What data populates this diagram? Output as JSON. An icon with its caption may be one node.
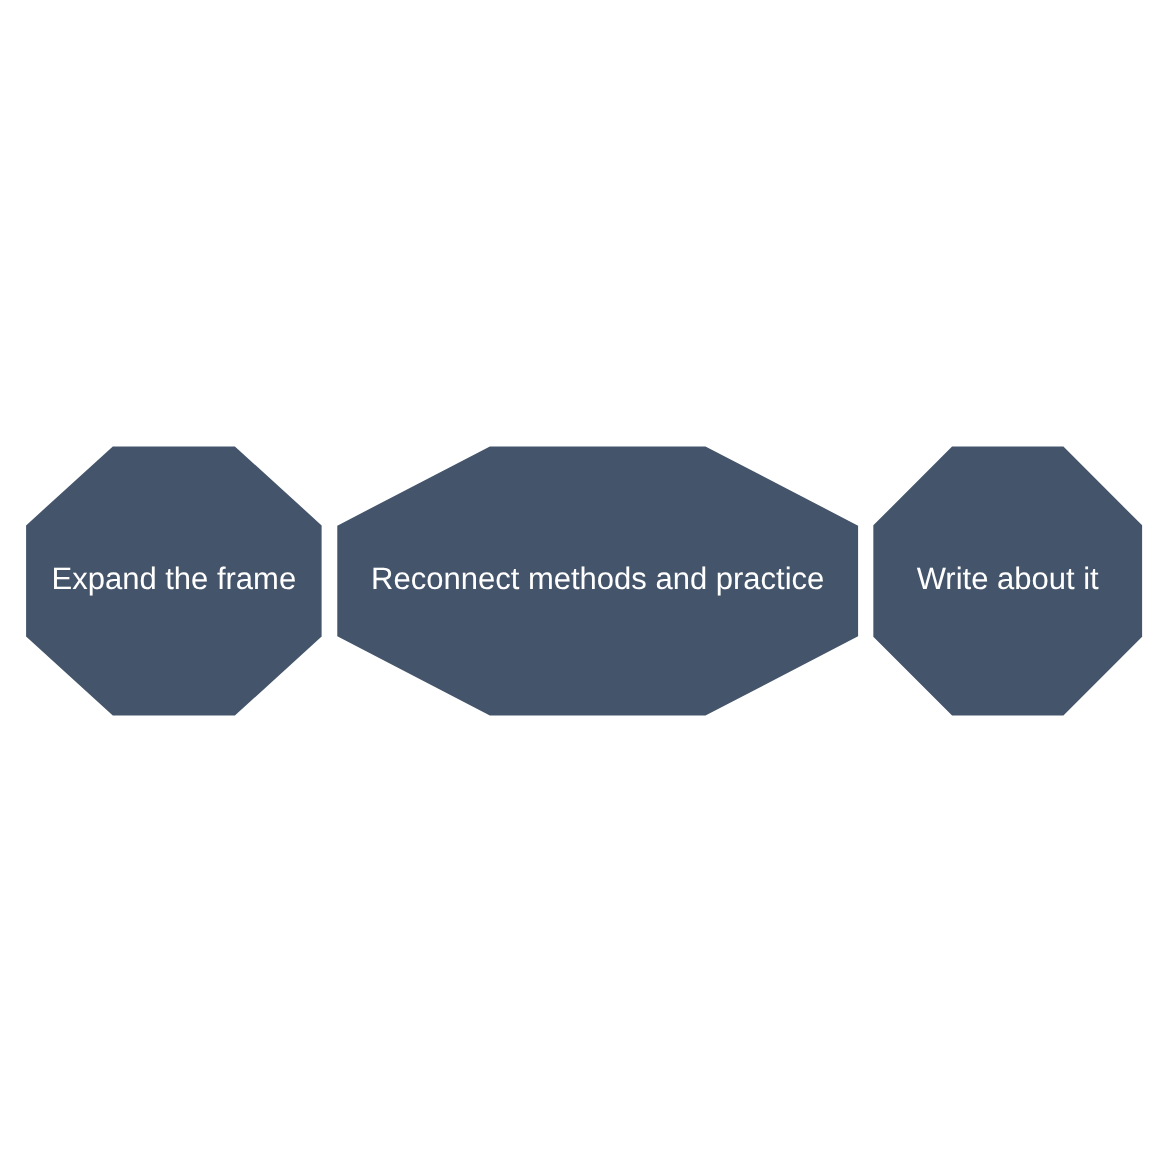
{
  "diagram": {
    "nodes": [
      {
        "text": [
          "Expand the frame"
        ]
      },
      {
        "text": [
          "Reconnect methods and practice"
        ]
      },
      {
        "text": [
          "Write about it"
        ]
      }
    ]
  }
}
